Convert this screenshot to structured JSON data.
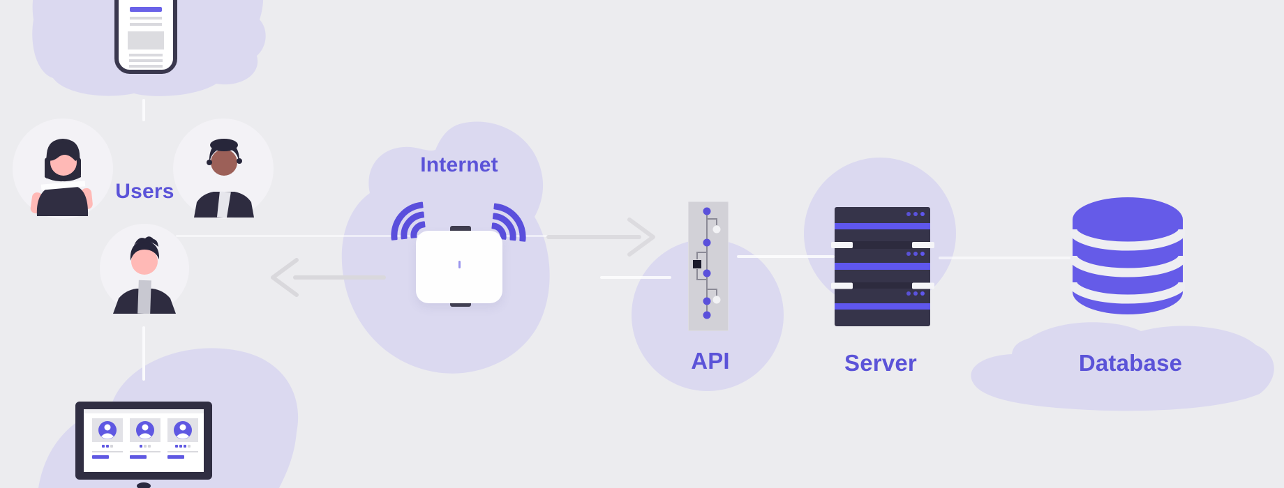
{
  "diagram": {
    "type": "system-architecture-flow",
    "nodes": {
      "users": {
        "label": "Users"
      },
      "internet": {
        "label": "Internet"
      },
      "api": {
        "label": "API"
      },
      "server": {
        "label": "Server"
      },
      "database": {
        "label": "Database"
      }
    },
    "flow_order": [
      "Users",
      "Internet",
      "API",
      "Server",
      "Database"
    ],
    "connections": [
      {
        "from": "internet",
        "to": "api",
        "style": "arrow-right"
      },
      {
        "from": "internet",
        "to": "users",
        "style": "arrow-left"
      },
      {
        "from": "users",
        "to": "internet",
        "style": "faint-line"
      },
      {
        "from": "api",
        "to": "server",
        "style": "white-line"
      },
      {
        "from": "server",
        "to": "database",
        "style": "white-line"
      }
    ],
    "colors": {
      "background": "#ECECEF",
      "blob_lavender": "#DBD9F0",
      "label_purple": "#5B53D8",
      "icon_purple": "#5F57EE",
      "database_purple": "#655BE8",
      "wifi_purple": "#5A4FDC",
      "dark_navy": "#2F2D41",
      "arrow_gray": "#DBDADE",
      "panel_gray": "#D2D1D7",
      "skin_light": "#FFB9B6",
      "skin_dark": "#9C6058"
    }
  }
}
